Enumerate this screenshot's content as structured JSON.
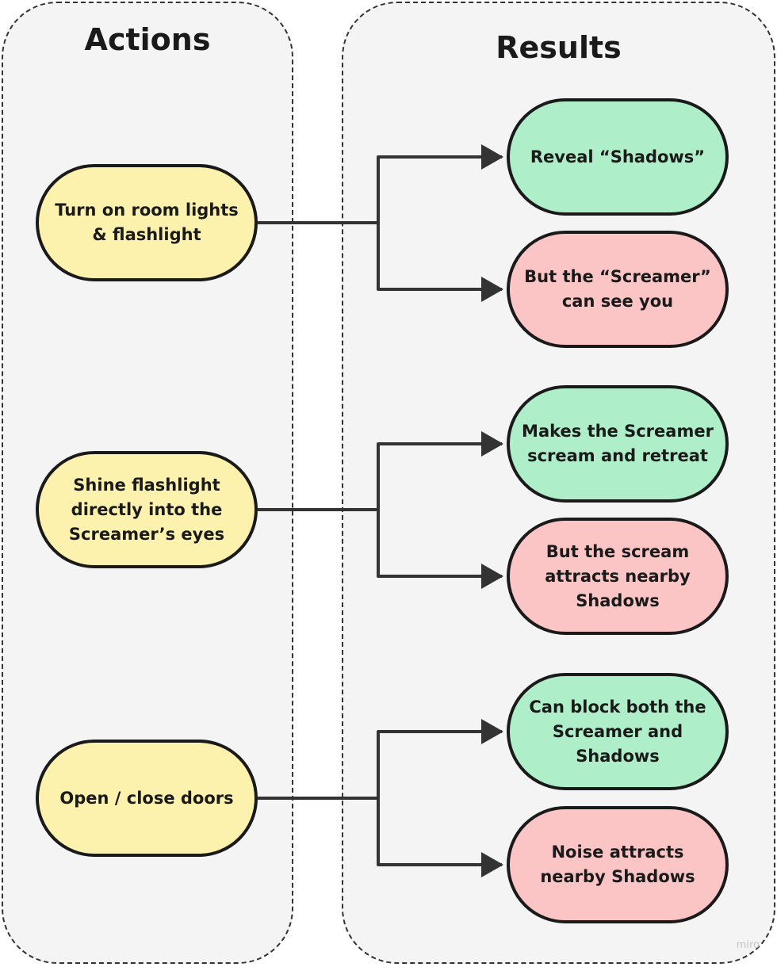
{
  "lanes": {
    "actions_title": "Actions",
    "results_title": "Results"
  },
  "actions": [
    "Turn on room lights\n& flashlight",
    "Shine flashlight\ndirectly into the\nScreamer’s eyes",
    "Open / close doors"
  ],
  "results": [
    "Reveal “Shadows”",
    "But the “Screamer”\ncan see you",
    "Makes the Screamer\nscream and retreat",
    "But the scream\nattracts nearby\nShadows",
    "Can block both the\nScreamer and\nShadows",
    "Noise attracts\nnearby Shadows"
  ],
  "colors": {
    "action_fill": "#fcf2ae",
    "positive_fill": "#aeeec8",
    "negative_fill": "#fbc5c5",
    "outline": "#1a1a1a",
    "lane_fill": "#f4f4f4"
  },
  "watermark": "miro"
}
